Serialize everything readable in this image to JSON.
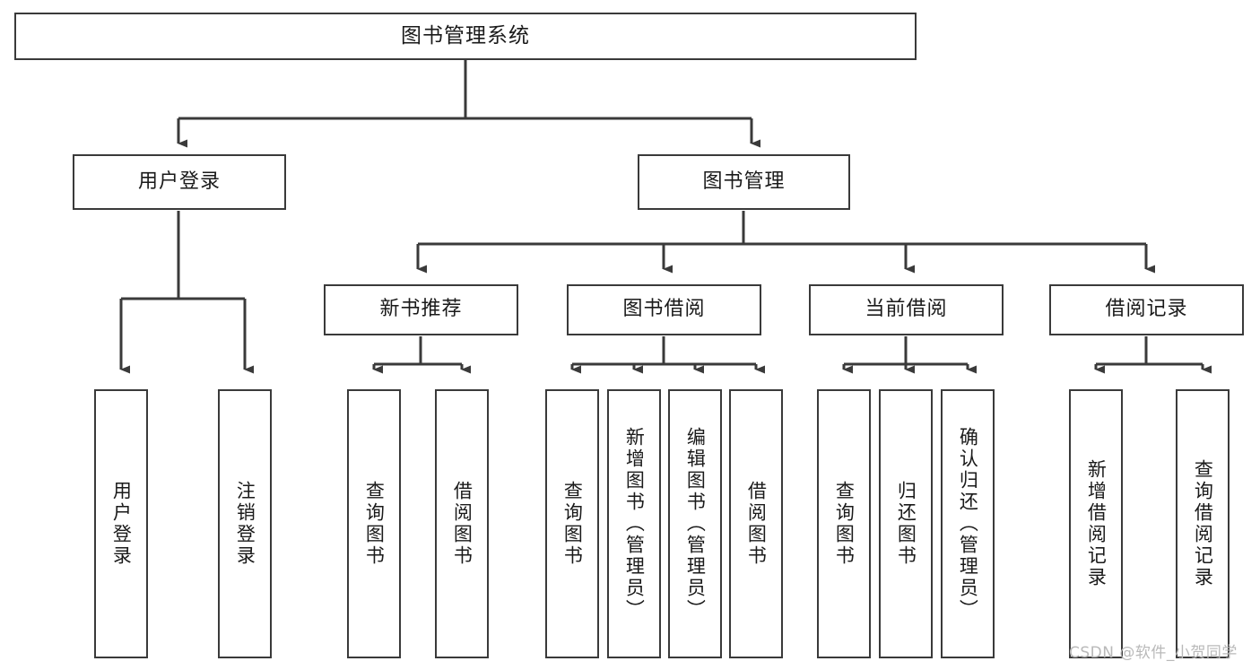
{
  "diagram": {
    "title": "图书管理系统",
    "watermark": "CSDN @软件_小贺同学",
    "stroke_color": "#3a3a3a",
    "background_color": "#ffffff",
    "nodes": {
      "root": {
        "label": "图书管理系统"
      },
      "level2": {
        "user_login": "用户登录",
        "book_manage": "图书管理"
      },
      "level3": {
        "new_book_rec": "新书推荐",
        "book_borrow": "图书借阅",
        "current_borrow": "当前借阅",
        "borrow_record": "借阅记录"
      },
      "leaves": {
        "user_login_1": "用户登录",
        "user_login_2": "注销登录",
        "new_book_1": "查询图书",
        "new_book_2": "借阅图书",
        "borrow_1": "查询图书",
        "borrow_2": "新增图书（管理员）",
        "borrow_3": "编辑图书（管理员）",
        "borrow_4": "借阅图书",
        "current_1": "查询图书",
        "current_2": "归还图书",
        "current_3": "确认归还（管理员）",
        "record_1": "新增借阅记录",
        "record_2": "查询借阅记录"
      }
    }
  }
}
